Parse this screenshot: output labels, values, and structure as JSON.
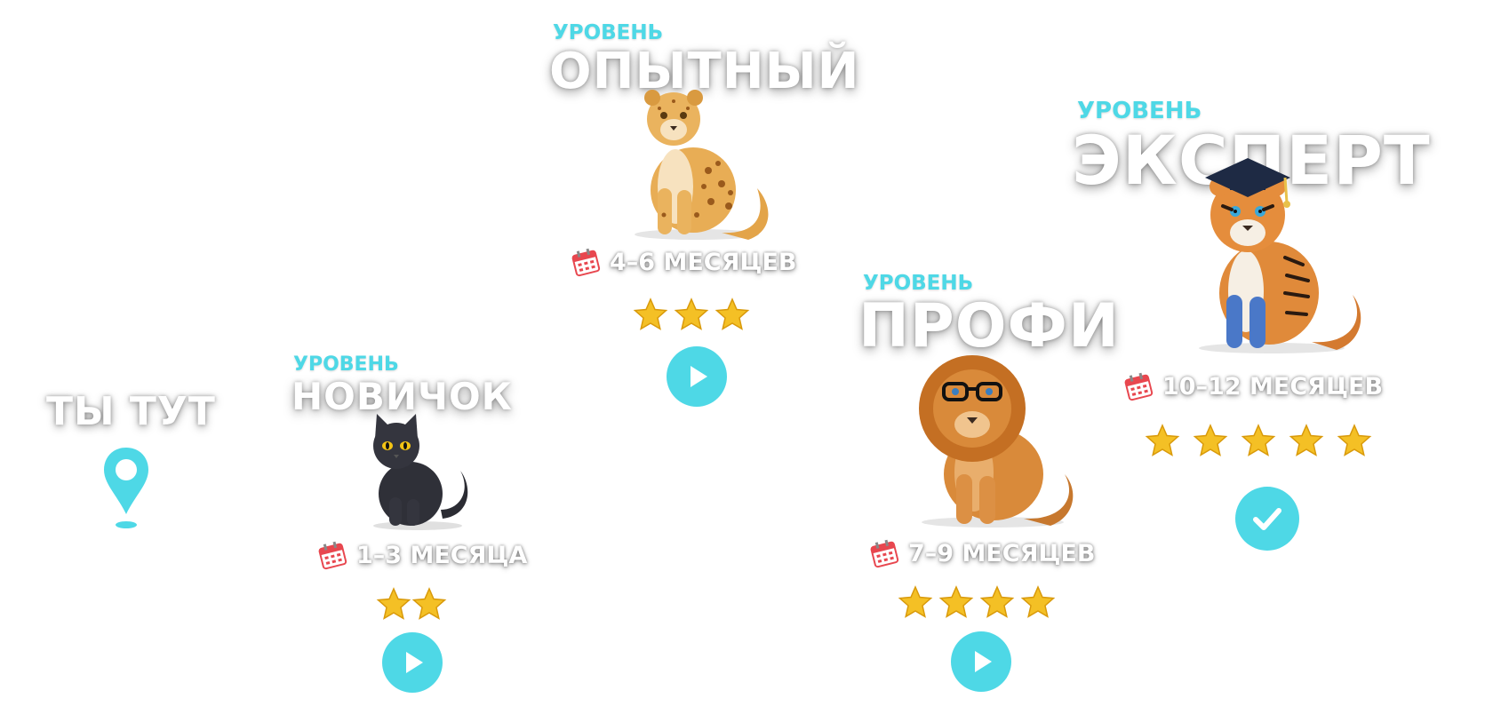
{
  "current_position": {
    "label": "ТЫ ТУТ",
    "icon": "map-pin-icon"
  },
  "colors": {
    "accent": "#4ed8e6",
    "star": "#f4c025",
    "calendar": "#e8474f"
  },
  "levels": [
    {
      "id": "novice",
      "tag": "УРОВЕНЬ",
      "name": "НОВИЧОК",
      "animal": "black-cat",
      "duration": "1–3 МЕСЯЦА",
      "stars": 2,
      "action_icon": "play-icon"
    },
    {
      "id": "experienced",
      "tag": "УРОВЕНЬ",
      "name": "ОПЫТНЫЙ",
      "animal": "cheetah",
      "duration": "4–6 МЕСЯЦЕВ",
      "stars": 3,
      "action_icon": "play-icon"
    },
    {
      "id": "pro",
      "tag": "УРОВЕНЬ",
      "name": "ПРОФИ",
      "animal": "lion-with-glasses",
      "duration": "7–9 МЕСЯЦЕВ",
      "stars": 4,
      "action_icon": "play-icon"
    },
    {
      "id": "expert",
      "tag": "УРОВЕНЬ",
      "name": "ЭКСПЕРТ",
      "animal": "tiger-with-graduation-cap",
      "duration": "10–12 МЕСЯЦЕВ",
      "stars": 5,
      "action_icon": "check-icon"
    }
  ]
}
